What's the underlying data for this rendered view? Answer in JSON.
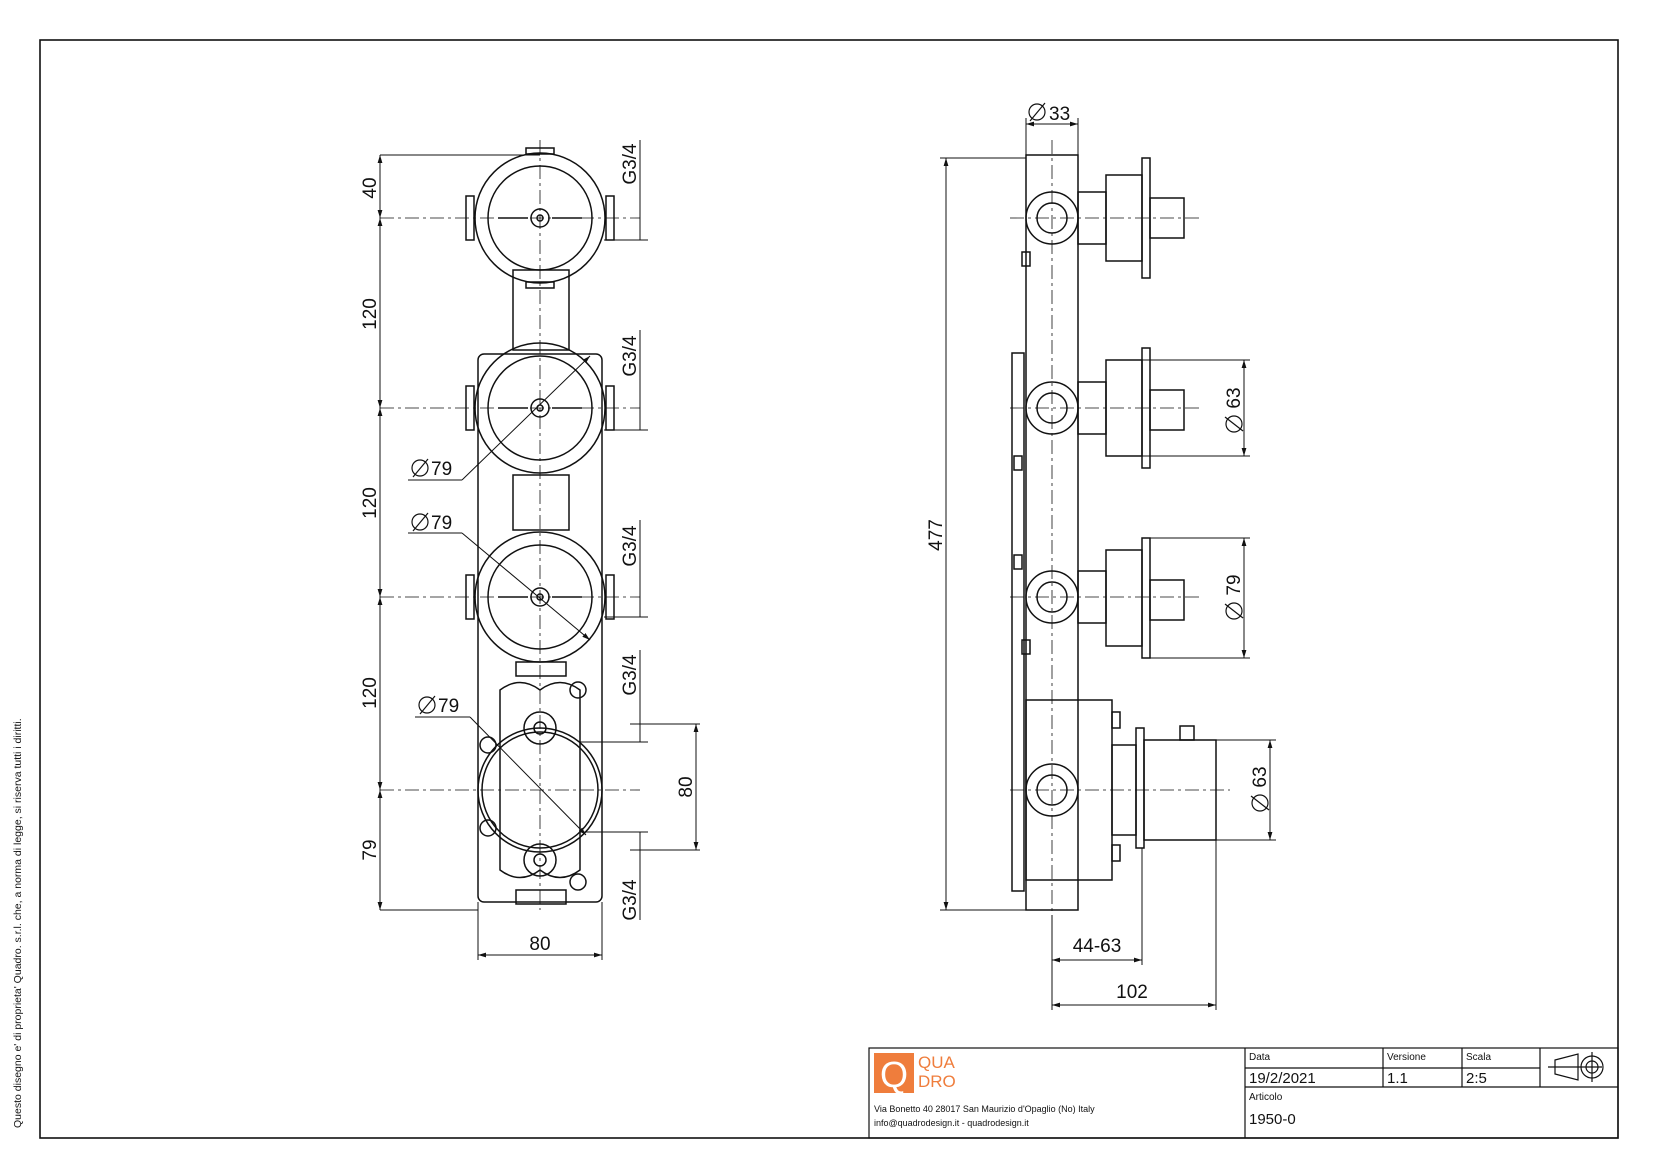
{
  "sidebar_note": "Questo disegno e' di proprieta' Quadro. s.r.l. che, a norma di legge, si riserva tutti i diritti.",
  "front_view": {
    "dims_left": [
      "40",
      "120",
      "120",
      "120",
      "79"
    ],
    "thread_labels": [
      "G3/4",
      "G3/4",
      "G3/4",
      "G3/4",
      "G3/4"
    ],
    "diameter_labels": [
      "79",
      "79",
      "79"
    ],
    "right_dim": "80",
    "bottom_dim": "80"
  },
  "side_view": {
    "top_diameter": "33",
    "height_dim": "477",
    "right_diameters": [
      "63",
      "79",
      "63"
    ],
    "bottom_dims": [
      "44-63",
      "102"
    ]
  },
  "title_block": {
    "logo_top": "QUA",
    "logo_bottom": "DRO",
    "address_line1": "Via Bonetto 40  28017 San Maurizio d'Opaglio (No) Italy",
    "address_line2": "info@quadrodesign.it  -  quadrodesign.it",
    "data_label": "Data",
    "data_value": "19/2/2021",
    "versione_label": "Versione",
    "versione_value": "1.1",
    "scala_label": "Scala",
    "scala_value": "2:5",
    "articolo_label": "Articolo",
    "articolo_value": "1950-0",
    "logo_color": "#ef7d3c"
  }
}
